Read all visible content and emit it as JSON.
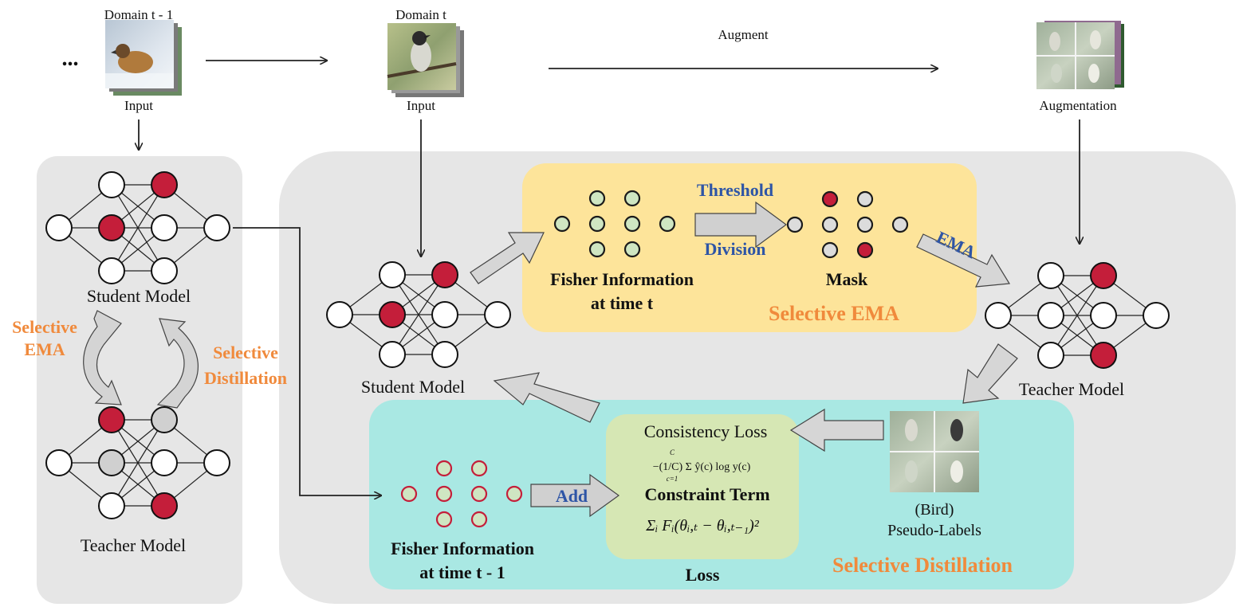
{
  "top": {
    "ellipsis": "...",
    "domain_prev_label": "Domain t - 1",
    "domain_prev_input": "Input",
    "domain_cur_label": "Domain t",
    "domain_cur_input": "Input",
    "augment_label": "Augment",
    "augmentation_label": "Augmentation"
  },
  "left_panel": {
    "student_label": "Student Model",
    "teacher_label": "Teacher Model",
    "selective_ema_line1": "Selective",
    "selective_ema_line2": "EMA",
    "selective_distillation_line1": "Selective",
    "selective_distillation_line2": "Distillation"
  },
  "main_panel": {
    "student_label": "Student Model",
    "teacher_label": "Teacher Model",
    "ema_arrow_label": "EMA"
  },
  "selective_ema_box": {
    "threshold_label": "Threshold",
    "division_label": "Division",
    "fisher_line1": "Fisher Information",
    "fisher_line2": "at time t",
    "mask_label": "Mask",
    "title": "Selective EMA"
  },
  "selective_distillation_box": {
    "add_label": "Add",
    "fisher_line1": "Fisher Information",
    "fisher_line2": "at time t - 1",
    "consistency_loss_label": "Consistency Loss",
    "consistency_formula": "−(1/C) Σ ŷ(c) log y(c)",
    "sum_upper": "C",
    "sum_lower": "c=1",
    "constraint_label": "Constraint Term",
    "constraint_formula": "Σᵢ Fᵢ(θᵢ,ₜ − θᵢ,ₜ₋₁)²",
    "loss_label": "Loss",
    "bird_label": "(Bird)",
    "pseudo_labels_label": "Pseudo-Labels",
    "title": "Selective Distillation"
  },
  "colors": {
    "panel_gray": "#e6e6e6",
    "ema_box": "#fde49a",
    "distill_box": "#a9e8e3",
    "loss_box": "#d6e7b4",
    "node_red": "#c41e3a",
    "node_green": "#cfe6c2",
    "node_gray": "#d0d0d0",
    "accent_orange": "#f08a3c",
    "accent_blue": "#2e55a6",
    "arrow_gray": "#d6d6d6"
  }
}
